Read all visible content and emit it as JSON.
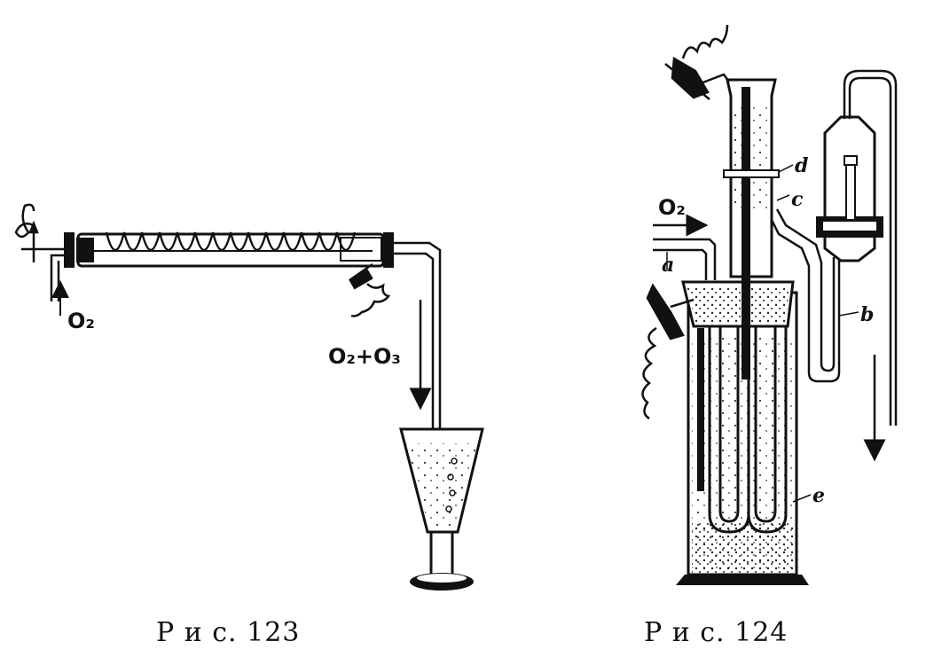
{
  "figure_123": {
    "caption": "Р и с. 123",
    "labels": {
      "inlet": "O₂",
      "outlet": "O₂+O₃"
    }
  },
  "figure_124": {
    "caption": "Р и с. 124",
    "labels": {
      "inlet": "O₂",
      "a": "a",
      "b": "b",
      "c": "c",
      "d": "d",
      "e": "e"
    }
  },
  "colors": {
    "ink": "#111111",
    "paper": "#ffffff"
  }
}
